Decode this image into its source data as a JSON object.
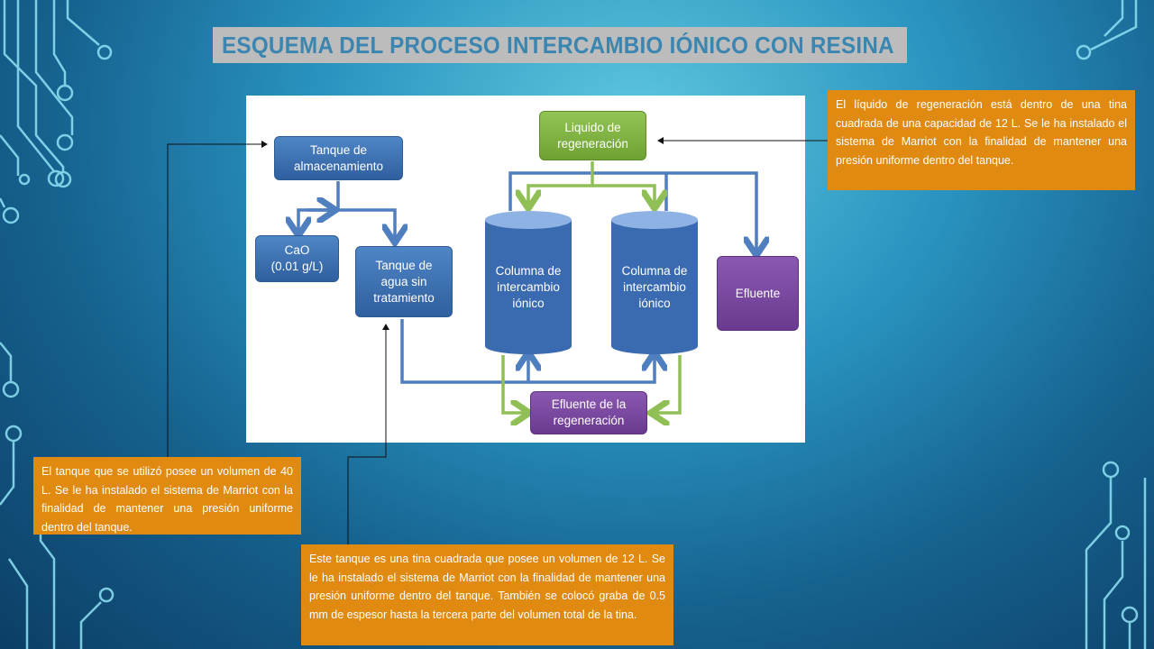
{
  "title": "Esquema del proceso intercambio iónico con resina",
  "diagram": {
    "tank_storage": "Tanque de almacenamiento",
    "cao": "CaO",
    "cao_conc": "(0.01 g/L)",
    "tank_untreated": "Tanque de agua sin tratamiento",
    "regen_liquid": "Liquido de regeneración",
    "column_1": "Columna de intercambio iónico",
    "column_2": "Columna de intercambio iónico",
    "effluent": "Efluente",
    "regen_effluent": "Efluente de la regeneración"
  },
  "notes": {
    "regen_note": "El líquido de regeneración está dentro de una tina cuadrada de una capacidad de 12 L. Se le ha instalado el sistema de Marriot con la finalidad de mantener una presión uniforme dentro del tanque.",
    "storage_note": "El tanque que se utilizó posee un volumen de 40 L. Se le ha instalado el sistema de Marriot con la finalidad de mantener una presión uniforme dentro del tanque.",
    "untreated_note": "Este tanque es una tina cuadrada que posee un volumen de 12 L. Se le ha instalado el sistema de Marriot con la finalidad de mantener una presión uniforme dentro del tanque. También se colocó graba de 0.5 mm de espesor hasta la tercera parte del volumen total de la tina."
  },
  "colors": {
    "note_bg": "#e08a12",
    "title_bg": "#bcbcbc",
    "title_text": "#3a86b0",
    "blue_node": "#3f74b5",
    "green_node": "#7fb342",
    "purple_node": "#7a4aa0"
  }
}
